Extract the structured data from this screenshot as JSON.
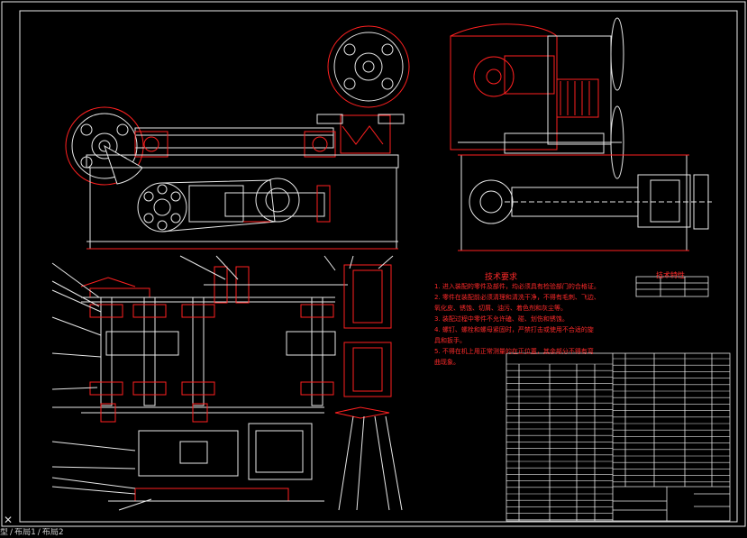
{
  "app": {
    "tabs": [
      "型",
      "布局1",
      "布局2"
    ],
    "tab_separator": "∕",
    "ucs_icon": "ucs-axis-icon"
  },
  "drawing": {
    "technical_requirements": {
      "title": "技术要求",
      "lines": [
        "1. 进入装配的零件及部件，均必须具有检验部门的合格证。",
        "2. 零件在装配前必须清理和清洗干净，不得有毛刺、飞边、",
        "   氧化皮、锈蚀、切屑、油污、着色剂和灰尘等。",
        "3. 装配过程中零件不允许磕、碰、划伤和锈蚀。",
        "4. 螺钉、螺栓和螺母紧固时，严禁打击或使用不合适的旋",
        "   具和扳手。",
        "5. 不得在机上用正常测量的在正位置，其余部分不得有弯",
        "   曲现象。"
      ]
    },
    "technical_specs": {
      "title": "技术特性"
    },
    "colors": {
      "border": "#ffffff",
      "part": "#ff2020",
      "text": "#ff2a2a",
      "white_line": "#e8e8e8",
      "table_line": "#ffffff",
      "background": "#000000"
    }
  }
}
